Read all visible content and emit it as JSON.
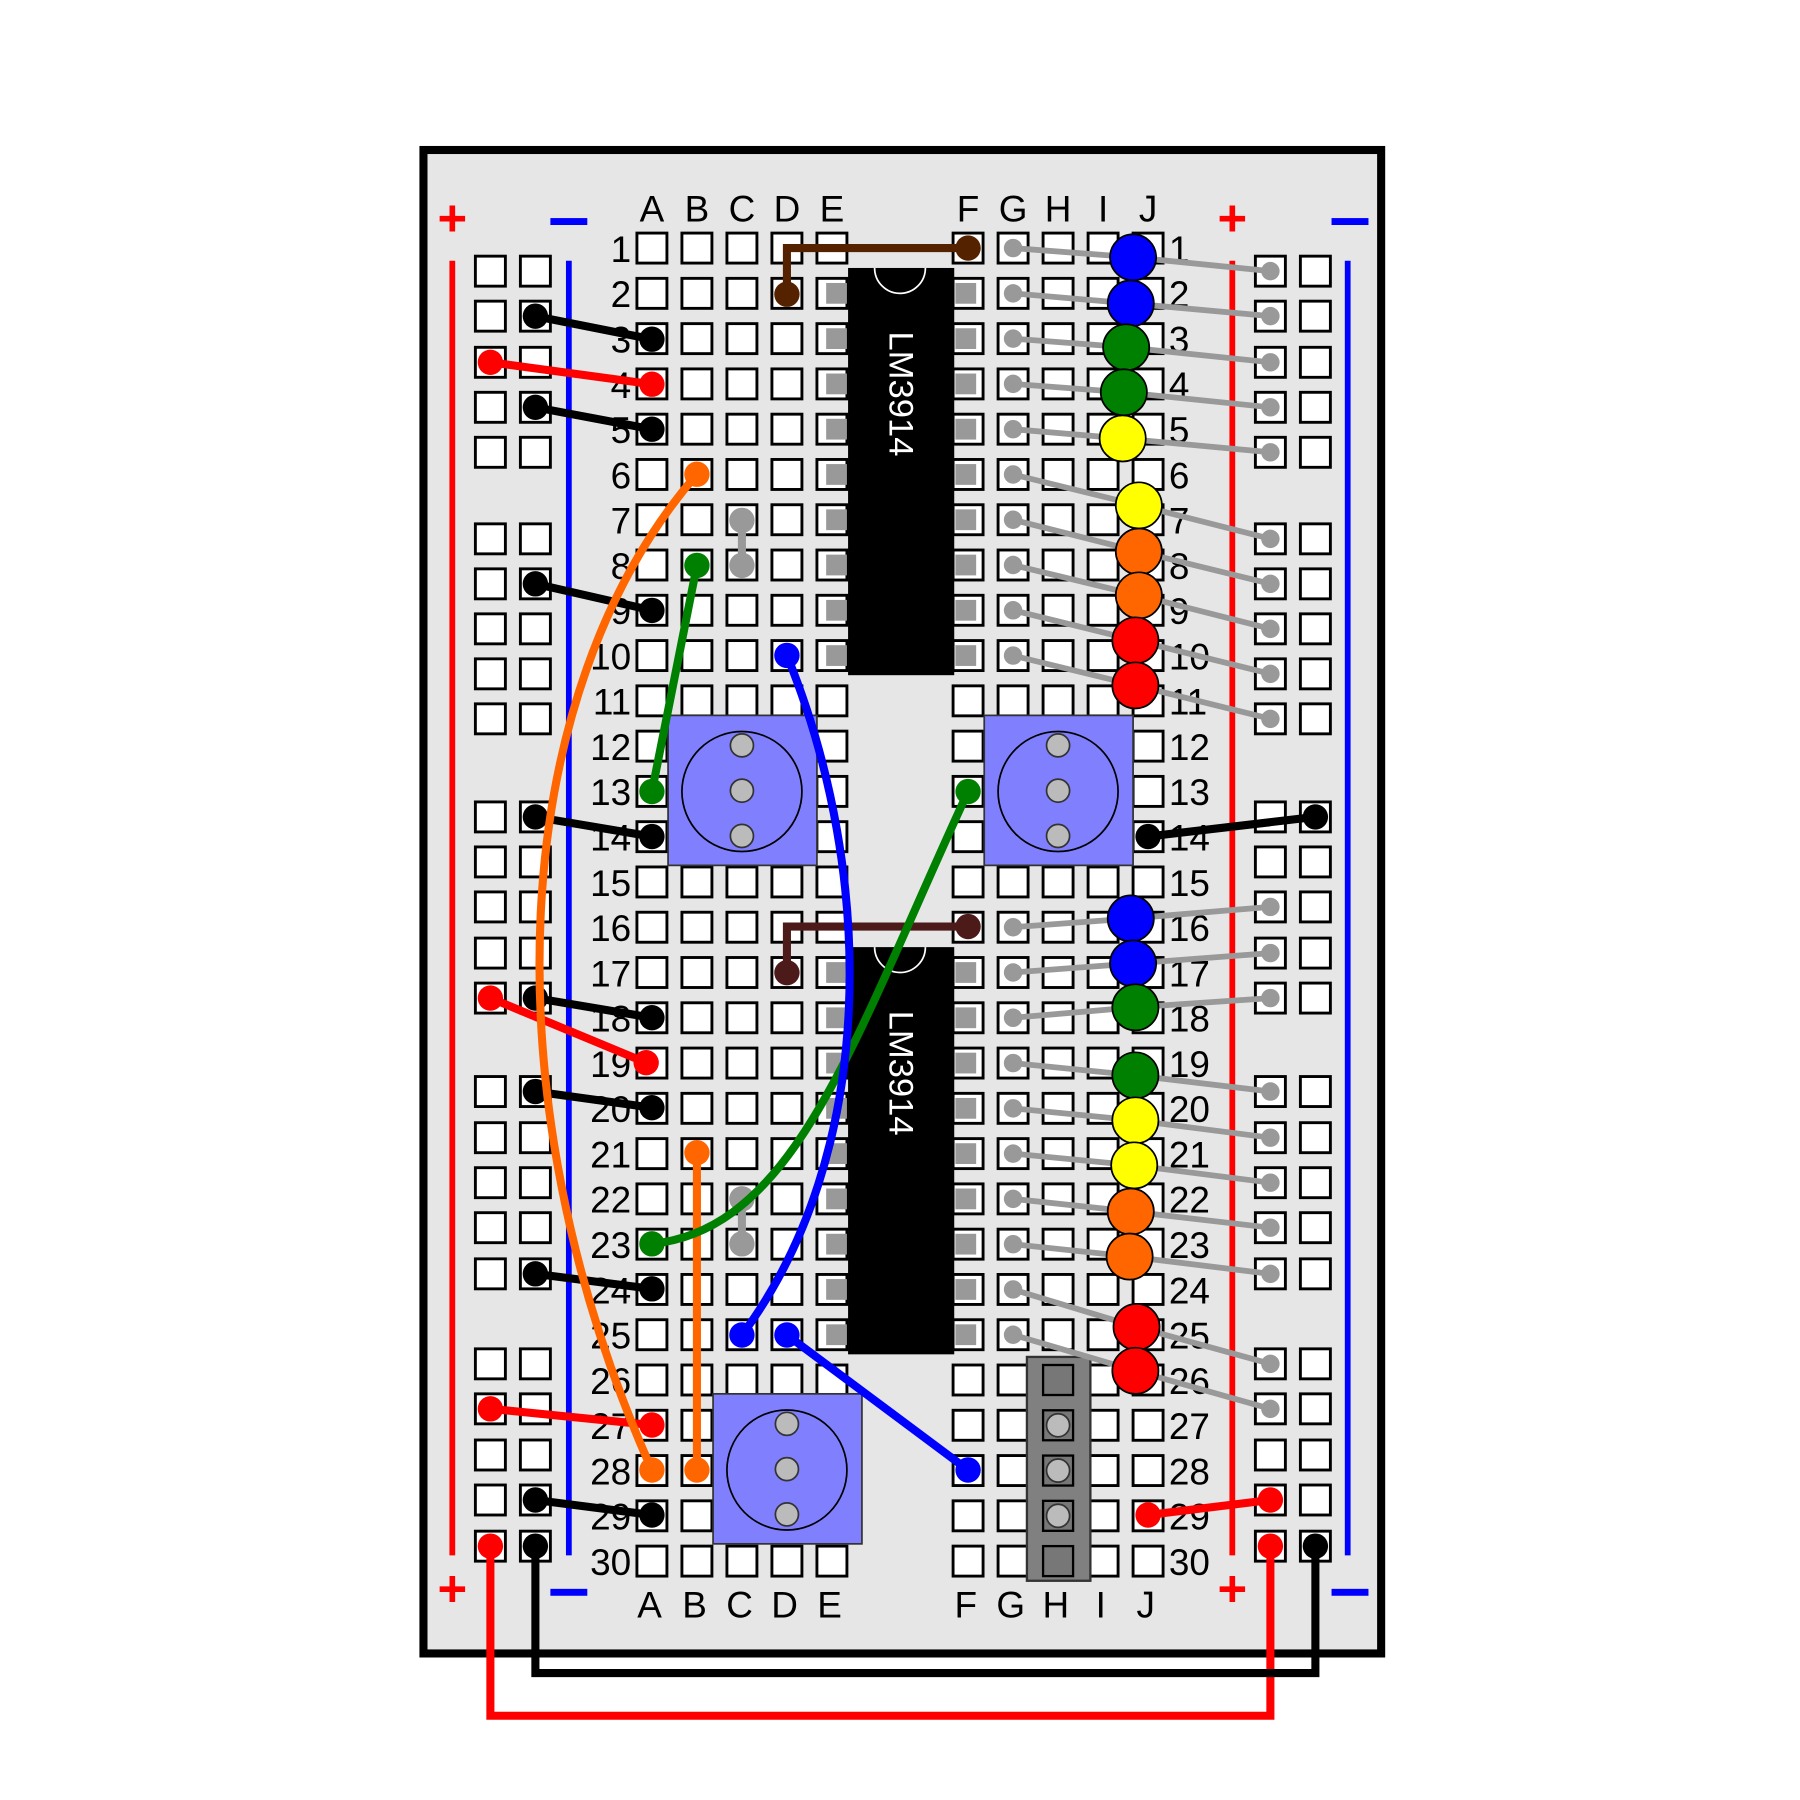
{
  "columns_left": [
    "A",
    "B",
    "C",
    "D",
    "E"
  ],
  "columns_right": [
    "F",
    "G",
    "H",
    "I",
    "J"
  ],
  "rows": [
    "1",
    "2",
    "3",
    "4",
    "5",
    "6",
    "7",
    "8",
    "9",
    "10",
    "11",
    "12",
    "13",
    "14",
    "15",
    "16",
    "17",
    "18",
    "19",
    "20",
    "21",
    "22",
    "23",
    "24",
    "25",
    "26",
    "27",
    "28",
    "29",
    "30"
  ],
  "rail_labels": {
    "plus": "+",
    "minus": "−"
  },
  "chips": [
    {
      "label": "LM3914"
    },
    {
      "label": "LM3914"
    }
  ],
  "led_colors_top": [
    "#0000ff",
    "#0000ff",
    "#008000",
    "#008000",
    "#ffff00",
    "#ffff00",
    "#ff6600",
    "#ff6600",
    "#ff0000",
    "#ff0000"
  ],
  "led_colors_bottom": [
    "#0000ff",
    "#0000ff",
    "#008000",
    "#008000",
    "#ffff00",
    "#ffff00",
    "#ff6600",
    "#ff6600",
    "#ff0000",
    "#ff0000"
  ],
  "colors": {
    "board": "#e6e6e6",
    "rail_plus": "#ff0000",
    "rail_minus": "#0000ff",
    "pot": "#8080ff",
    "chip": "#000000",
    "header": "#808080",
    "wire_red": "#ff0000",
    "wire_black": "#000000",
    "wire_orange": "#ff6600",
    "wire_green": "#008000",
    "wire_blue": "#0000ff",
    "wire_brown": "#552200",
    "wire_brown_2": "#4d1a1a",
    "wire_gray": "#999999"
  }
}
